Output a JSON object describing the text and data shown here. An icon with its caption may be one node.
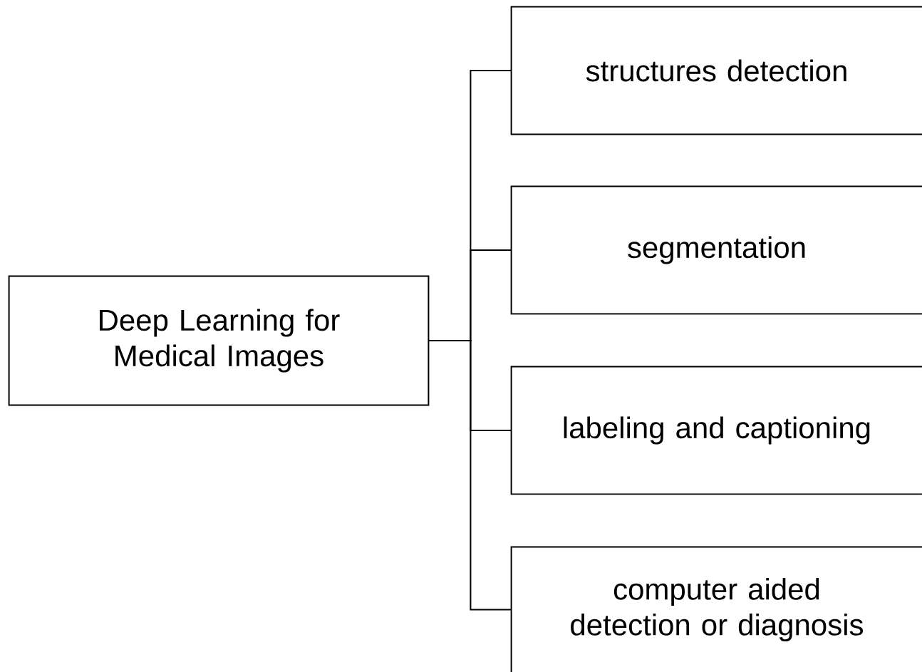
{
  "diagram": {
    "nodes": [
      {
        "text": [
          "Deep Learning for Medical Images"
        ]
      },
      {
        "text": [
          "structures detection"
        ]
      },
      {
        "text": [
          "segmentation"
        ]
      },
      {
        "text": [
          "labeling and captioning"
        ]
      },
      {
        "text": [
          "computer aided detection or diagnosis"
        ]
      }
    ],
    "edges": [
      {
        "from": 0,
        "to": 1,
        "arrow": "none"
      },
      {
        "from": 0,
        "to": 2,
        "arrow": "none"
      },
      {
        "from": 0,
        "to": 3,
        "arrow": "none"
      },
      {
        "from": 0,
        "to": 4,
        "arrow": "none"
      }
    ]
  }
}
